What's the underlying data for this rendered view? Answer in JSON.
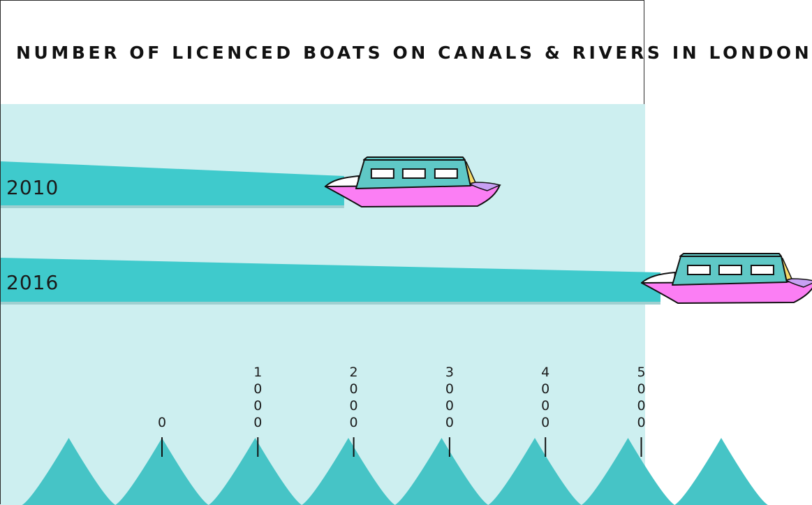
{
  "chart_data": {
    "type": "bar",
    "title": "NUMBER OF LICENCED BOATS ON CANALS & RIVERS IN LONDON",
    "orientation": "horizontal",
    "categories": [
      "2010",
      "2016"
    ],
    "values": [
      1900,
      5200
    ],
    "xlabel": "",
    "ylabel": "",
    "x_ticks": [
      0,
      1000,
      2000,
      3000,
      4000,
      5000
    ],
    "xlim": [
      0,
      5000
    ],
    "grid": false,
    "legend": "none"
  },
  "colors": {
    "background": "#cdeff0",
    "bar": "#3fcacc",
    "bar_shadow": "#9fcfd0",
    "wave_dark": "#46c4c6",
    "wave_light": "#86dcdc",
    "boat_hull": "#fb7ef4",
    "boat_cabin": "#5fc8c6",
    "boat_bow": "#ffffff",
    "boat_awning_yellow": "#f5da6a",
    "boat_awning_purple": "#c8a0f4",
    "outline": "#111111"
  },
  "icons": [
    "narrowboat-icon",
    "wave-pattern"
  ]
}
